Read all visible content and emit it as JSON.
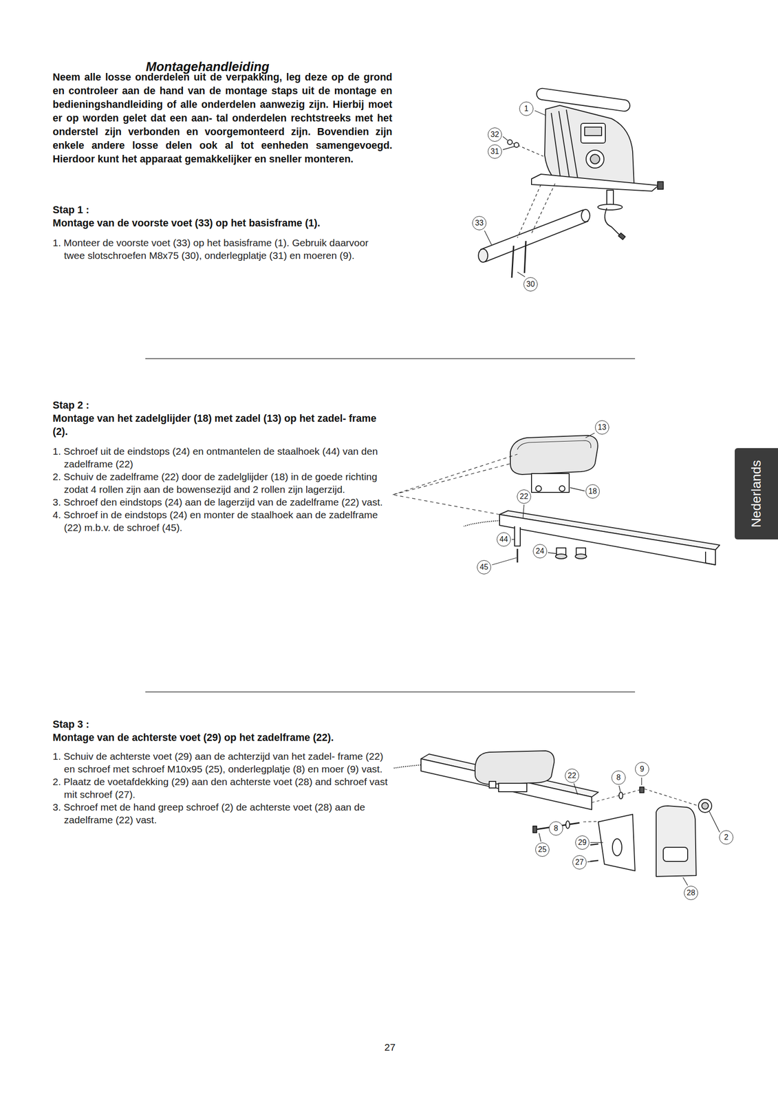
{
  "diagram": {
    "title": "Montagehandleiding",
    "nodes": [
      {
        "text": [
          "Nederlands"
        ]
      }
    ],
    "labels": [
      "Neem alle losse onderdelen uit de verpakking, leg deze op de grond en controleer aan de hand van de montage staps uit de montage en bedieningshandleiding of alle onderdelen aanwezig zijn. Hierbij moet er op worden gelet dat een aan- tal onderdelen rechtstreeks met het onderstel zijn verbonden en voorgemonteerd zijn. Bovendien zijn enkele andere losse delen ook al tot eenheden samengevoegd. Hierdoor kunt het apparaat gemakkelijker en sneller monteren.",
      "Stap 1 :",
      "Montage van de voorste voet (33) op het basisframe (1).",
      "1. Monteer de voorste voet (33) op het basisframe (1). Gebruik daarvoor twee slotschroefen M8x75 (30), onderlegplatje (31) en moeren (9).",
      "1",
      "32",
      "31",
      "33",
      "30",
      "Stap 2 :",
      "Montage van het zadelglijder (18) met zadel (13) op het zadel- frame (2).",
      "1. Schroef uit de eindstops (24) en ontmantelen de staalhoek (44) van den zadelframe (22)",
      "2. Schuiv de zadelframe (22) door de zadelglijder (18) in de goede richting zodat 4 rollen zijn aan de bowensezijd and 2 rollen zijn lagerzijd.",
      "3. Schroef den eindstops (24) aan de lagerzijd van de zadelframe (22) vast.",
      "4. Schroef in de eindstops (24) en monter de staalhoek aan de zadelframe (22) m.b.v. de schroef (45).",
      "13",
      "18",
      "22",
      "44",
      "24",
      "45",
      "Stap 3 :",
      "Montage van de achterste voet (29) op het zadelframe (22).",
      "1. Schuiv de achterste voet (29) aan de achterzijd van het zadel- frame (22) en schroef met schroef M10x95 (25), onderlegplatje (8) en moer (9) vast.",
      "2. Plaatz de voetafdekking (29) aan den achterste voet (28) and schroef vast mit schroef (27).",
      "3. Schroef met de hand greep schroef (2) de achterste voet (28) aan de zadelframe (22) vast.",
      "22",
      "8",
      "9",
      "8",
      "29",
      "25",
      "27",
      "2",
      "28",
      "27"
    ]
  }
}
